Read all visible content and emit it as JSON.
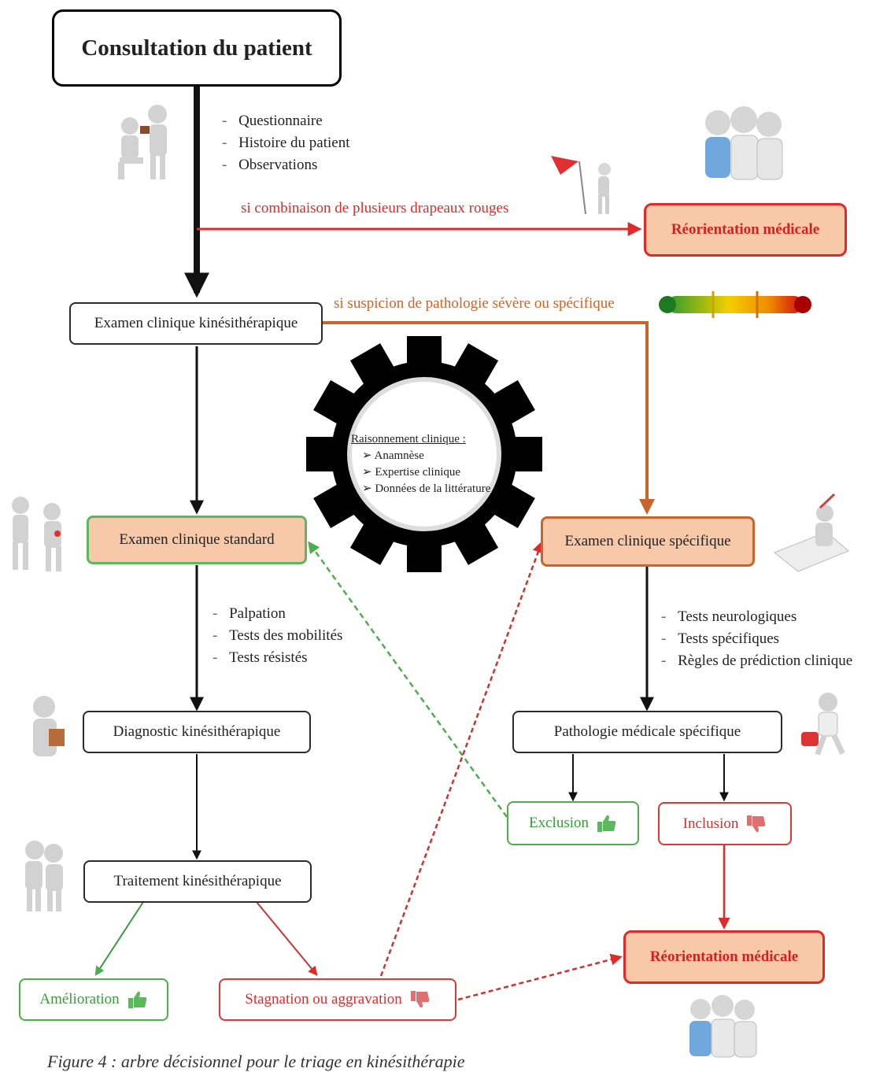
{
  "nodes": {
    "consultation": "Consultation du patient",
    "examen_kine": "Examen clinique kinésithérapique",
    "reorientation_top": "Réorientation médicale",
    "examen_standard": "Examen clinique standard",
    "examen_specifique": "Examen clinique spécifique",
    "diagnostic": "Diagnostic kinésithérapique",
    "pathologie": "Pathologie médicale spécifique",
    "exclusion": "Exclusion",
    "inclusion": "Inclusion",
    "traitement": "Traitement kinésithérapique",
    "reorientation_bottom": "Réorientation médicale",
    "amelioration": "Amélioration",
    "stagnation": "Stagnation ou aggravation"
  },
  "consultation_items": [
    "Questionnaire",
    "Histoire du patient",
    "Observations"
  ],
  "standard_items": [
    "Palpation",
    "Tests des mobilités",
    "Tests résistés"
  ],
  "specific_items": [
    "Tests neurologiques",
    "Tests spécifiques",
    "Règles de prédiction clinique"
  ],
  "edge_labels": {
    "red_flags": "si combinaison de plusieurs drapeaux rouges",
    "suspicion": "si suspicion de pathologie sévère ou spécifique"
  },
  "gear": {
    "heading": "Raisonnement clinique :",
    "items": [
      "Anamnèse",
      "Expertise clinique",
      "Données de la littérature"
    ]
  },
  "caption": "Figure 4 : arbre décisionnel pour le triage en kinésithérapie",
  "colors": {
    "red": "#e02a2a",
    "orange": "#c8652a",
    "green": "#4cae4c",
    "peach": "#f7c9a9"
  },
  "icons": {
    "good": "thumbs-up-icon",
    "bad": "thumbs-down-icon"
  }
}
